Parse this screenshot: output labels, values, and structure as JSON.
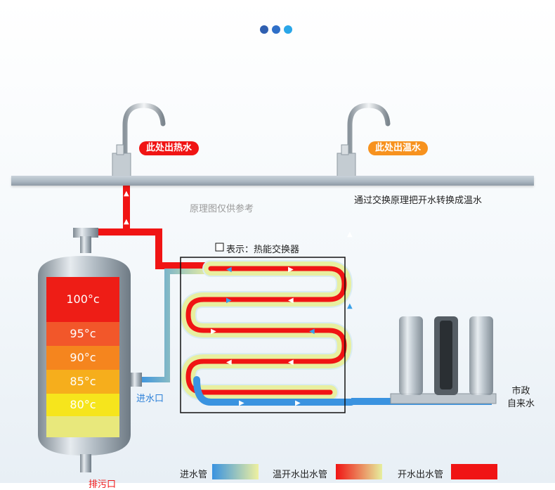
{
  "carousel": {
    "dot_colors": [
      "#2f5fb0",
      "#2f6fc8",
      "#2aa6e8"
    ]
  },
  "labels": {
    "hot_out": "此处出热水",
    "warm_out": "此处出温水",
    "note": "原理图仅供参考",
    "exchange": "通过交换原理把开水转换成温水",
    "exchanger": "表示：热能交换器",
    "inlet": "进水口",
    "city_water_1": "市政",
    "city_water_2": "自来水",
    "drain": "排污口"
  },
  "tank": {
    "temps": [
      "100°c",
      "95°c",
      "90°c",
      "85°c",
      "80°c"
    ]
  },
  "legend": {
    "inlet": "进水管",
    "warm": "温开水出水管",
    "boil": "开水出水管"
  },
  "colors": {
    "hot": "#f01414",
    "warm_pill": "#f7921e",
    "cold": "#3a93e0",
    "pale": "#e8ef9c"
  }
}
